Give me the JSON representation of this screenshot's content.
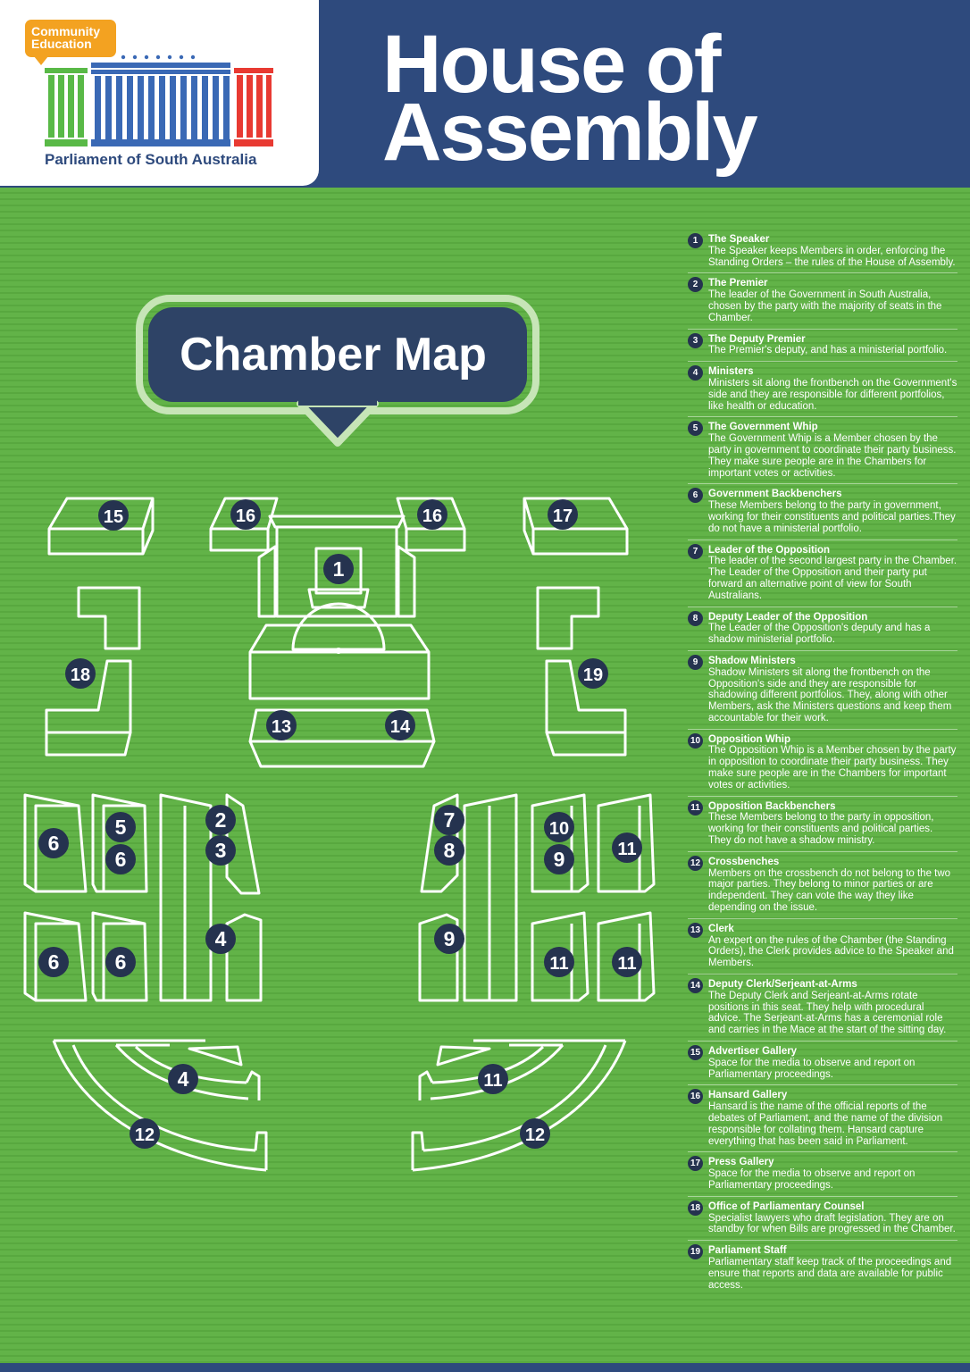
{
  "logo": {
    "badge_line1": "Community",
    "badge_line2": "Education",
    "caption": "Parliament of South Australia"
  },
  "title_line1": "House of",
  "title_line2": "Assembly",
  "callout": "Chamber Map",
  "colors": {
    "navy": "#2e4a7d",
    "green": "#5fae45",
    "badge": "#25334f",
    "logo_green": "#59b947",
    "logo_blue": "#3a69b5",
    "logo_red": "#e83a32",
    "logo_orange": "#f3a221"
  },
  "markers": [
    "1",
    "2",
    "3",
    "4",
    "5",
    "6",
    "7",
    "8",
    "9",
    "10",
    "11",
    "12",
    "13",
    "14",
    "15",
    "16",
    "17",
    "18",
    "19"
  ],
  "legend": [
    {
      "n": "1",
      "title": "The Speaker",
      "desc": "The Speaker keeps Members in order, enforcing the Standing Orders – the rules of the House of Assembly."
    },
    {
      "n": "2",
      "title": "The Premier",
      "desc": "The leader of the Government in South Australia, chosen by the party with the majority of seats in the Chamber."
    },
    {
      "n": "3",
      "title": "The Deputy Premier",
      "desc": "The Premier's deputy, and has a ministerial portfolio."
    },
    {
      "n": "4",
      "title": "Ministers",
      "desc": "Ministers sit along the frontbench on the Government's side and they are responsible for different portfolios, like health or education."
    },
    {
      "n": "5",
      "title": "The Government Whip",
      "desc": "The Government Whip is a Member chosen by the party in government to coordinate their party business. They make sure people are in the Chambers for important votes or activities."
    },
    {
      "n": "6",
      "title": "Government Backbenchers",
      "desc": "These Members belong to the party in government, working for their constituents and political parties.They do not have a ministerial portfolio."
    },
    {
      "n": "7",
      "title": "Leader of the Opposition",
      "desc": "The leader of the second largest party in the Chamber. The Leader of the Opposition and their party put forward an alternative point of view for South Australians."
    },
    {
      "n": "8",
      "title": "Deputy Leader of the Opposition",
      "desc": "The Leader of the Opposition's deputy and has a shadow ministerial portfolio."
    },
    {
      "n": "9",
      "title": "Shadow Ministers",
      "desc": "Shadow Ministers sit along the frontbench on the Opposition's side and they are responsible for shadowing different portfolios. They, along with other Members, ask the Ministers questions and keep them accountable for their work."
    },
    {
      "n": "10",
      "title": "Opposition Whip",
      "desc": "The Opposition Whip is a Member chosen by the party in opposition to coordinate their party business. They make sure people are in the Chambers for important votes or activities."
    },
    {
      "n": "11",
      "title": "Opposition Backbenchers",
      "desc": "These Members belong to the party in opposition, working for their constituents and political parties. They do not have a shadow ministry."
    },
    {
      "n": "12",
      "title": "Crossbenches",
      "desc": "Members on the crossbench do not belong to the two major parties. They belong to minor parties or are independent. They can vote the way they like depending on the issue."
    },
    {
      "n": "13",
      "title": "Clerk",
      "desc": "An expert on the rules of the Chamber (the Standing Orders), the Clerk provides advice to the Speaker and Members."
    },
    {
      "n": "14",
      "title": "Deputy Clerk/Serjeant-at-Arms",
      "desc": "The Deputy Clerk and Serjeant-at-Arms rotate positions in this seat. They help with procedural advice. The Serjeant-at-Arms has a ceremonial role and carries in the Mace at the start of the sitting day."
    },
    {
      "n": "15",
      "title": "Advertiser Gallery",
      "desc": "Space for the media to observe and report on Parliamentary proceedings."
    },
    {
      "n": "16",
      "title": "Hansard Gallery",
      "desc": "Hansard is the name of the official reports of the debates of Parliament, and the name of the division responsible for collating them. Hansard capture everything that has been said in Parliament."
    },
    {
      "n": "17",
      "title": "Press Gallery",
      "desc": "Space for the media to observe and report on Parliamentary proceedings."
    },
    {
      "n": "18",
      "title": "Office of Parliamentary Counsel",
      "desc": "Specialist lawyers who draft legislation. They are on standby for when Bills are progressed in the Chamber."
    },
    {
      "n": "19",
      "title": "Parliament Staff",
      "desc": "Parliamentary staff keep track of the proceedings and ensure that reports and data are available for public access."
    }
  ]
}
